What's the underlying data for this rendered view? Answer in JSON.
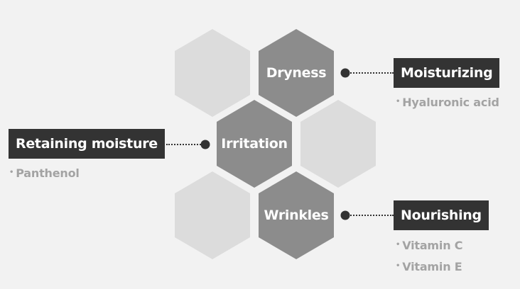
{
  "hexagons": [
    {
      "id": "hex-top-left",
      "label": "",
      "active": false
    },
    {
      "id": "hex-dryness",
      "label": "Dryness",
      "active": true
    },
    {
      "id": "hex-irritation",
      "label": "Irritation",
      "active": true
    },
    {
      "id": "hex-mid-right",
      "label": "",
      "active": false
    },
    {
      "id": "hex-bottom-left",
      "label": "",
      "active": false
    },
    {
      "id": "hex-wrinkles",
      "label": "Wrinkles",
      "active": true
    }
  ],
  "callouts": {
    "moisturizing": {
      "title": "Moisturizing",
      "ingredients": [
        "Hyaluronic acid"
      ]
    },
    "retaining": {
      "title": "Retaining moisture",
      "ingredients": [
        "Panthenol"
      ]
    },
    "nourishing": {
      "title": "Nourishing",
      "ingredients": [
        "Vitamin C",
        "Vitamin E"
      ]
    }
  },
  "bullet_symbol": "•",
  "colors": {
    "background": "#f2f2f2",
    "hex_active": "#8c8c8c",
    "hex_inactive": "#dcdcdc",
    "tag_background": "#333333",
    "ingredient_text": "#a3a3a3"
  }
}
